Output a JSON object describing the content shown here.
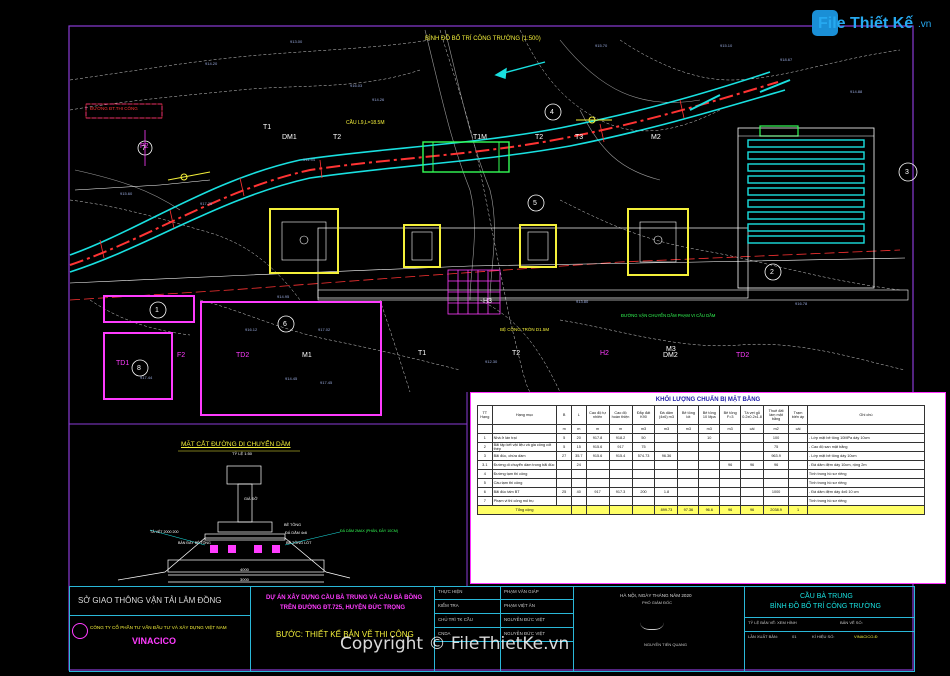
{
  "drawing": {
    "title": "BÌNH ĐỒ BỐ TRÍ CÔNG TRƯỜNG (1:500)",
    "road_label": "ĐƯỜNG ĐT.THI CÔNG",
    "bridge_label": "CẦU L9,L=18.5M",
    "bridge_label2": "ĐƯỜNG VẬN CHUYỂN DẦM PHẠM VI CẦU DẦM",
    "road_axis_label": "BỆ CỐNG TRÒN D1.5M",
    "section_title": "MẶT CẮT ĐƯỜNG DI CHUYỂN DẦM",
    "section_scale": "TỶ LỆ 1:50",
    "section_notes": [
      "GIÀ ĐỠ",
      "BÊ TÔNG",
      "ĐÁ DĂM 4x6",
      "BÊ TÔNG LÓT",
      "TẢ VỆT 2000 200",
      "ĐÁ DĂM 2MAX (PHÂN, ĐẦY 10CM)",
      "BẢN ĐÁY BÊ TÔNG"
    ],
    "section_dims": [
      "4000",
      "3000"
    ],
    "labels_main": [
      "DM1",
      "T2",
      "T1M",
      "T2",
      "M2",
      "T1",
      "T2",
      "TD2",
      "M1",
      "F2",
      "TD1",
      "T1",
      "M3",
      "DM2",
      "TD2",
      "P2",
      "H2",
      "H3",
      "T3"
    ],
    "circles": [
      "1",
      "2",
      "3",
      "4",
      "5",
      "6",
      "7",
      "8"
    ],
    "elevations": [
      "913.00",
      "914.20",
      "915.60",
      "916.03",
      "917.25",
      "914.95",
      "911.94",
      "917.44",
      "914.45",
      "912.30",
      "915.70",
      "916.78",
      "917.45",
      "917.02",
      "918.67",
      "914.26",
      "915.10",
      "913.80",
      "916.12",
      "914.88"
    ]
  },
  "table": {
    "title": "KHỐI LƯỢNG CHUẨN BỊ MẶT BẰNG",
    "headers": [
      "TT Hạng",
      "Hạng mục",
      "B",
      "L",
      "Cao độ tự nhiên",
      "Cao độ hoàn thiện",
      "Đắp đất K90",
      "Đá dăm (4x6) m3",
      "Bê tông lót",
      "Bê tông 10 Mpa",
      "Bê tông F=3",
      "Tà vẹt gỗ 0.2x0.2x1.8",
      "Thuê đất làm mặt bằng",
      "Trạm biến áp",
      "Ghi chú"
    ],
    "units": [
      "",
      "",
      "m",
      "m",
      "m",
      "m",
      "m3",
      "m3",
      "m3",
      "m3",
      "m3",
      "cái",
      "m2",
      "cái",
      ""
    ],
    "rows": [
      [
        "1",
        "Nhà ở lán trại",
        "5",
        "20",
        "917.8",
        "918.2",
        "50",
        "",
        "",
        "10",
        "",
        "",
        "100",
        "",
        "- Lớp mặt bê tông 10MPa dày 10cm"
      ],
      [
        "2",
        "Bãi tập kết vật liệu và gia công cốt thép",
        "5",
        "15",
        "915.6",
        "917",
        "75",
        "",
        "",
        "",
        "",
        "",
        "75",
        "",
        "- Cao độ san mặt bằng"
      ],
      [
        "3",
        "Bãi đúc, chứa dầm",
        "27",
        "35.7",
        "915.6",
        "915.4",
        "574.73",
        "96.36",
        "",
        "",
        "",
        "",
        "963.9",
        "",
        "- Lớp mặt bê tông dày 10cm"
      ],
      [
        "3.1",
        "Đường di chuyển dầm trong bãi đúc",
        "",
        "24",
        "",
        "",
        "",
        "",
        "",
        "",
        "96",
        "96",
        "96",
        "",
        "- Đá dăm đệm dày 10cm, rộng 2m"
      ],
      [
        "4",
        "Đường tạm thi công",
        "",
        "",
        "",
        "",
        "",
        "",
        "",
        "",
        "",
        "",
        "",
        "",
        "Tính trong hồ sơ riêng"
      ],
      [
        "5",
        "Cầu tạm thi công",
        "",
        "",
        "",
        "",
        "",
        "",
        "",
        "",
        "",
        "",
        "",
        "",
        "Tính trong hồ sơ riêng"
      ],
      [
        "6",
        "Bãi đúc tấm BT",
        "25",
        "40",
        "917",
        "917.3",
        "200",
        "1.8",
        "",
        "",
        "",
        "",
        "1000",
        "",
        "- Đá dăm đệm dày 4x6 10 cm"
      ],
      [
        "7",
        "Phạm vi thi công mố trụ",
        "",
        "",
        "",
        "",
        "",
        "",
        "",
        "",
        "",
        "",
        "",
        "",
        "Tính trong hồ sơ riêng"
      ]
    ],
    "total_label": "Tổng cộng",
    "totals": [
      "",
      "",
      "",
      "",
      "899.73",
      "97.36",
      "96.6",
      "96",
      "96",
      "2038.9",
      "1",
      ""
    ]
  },
  "titleblock": {
    "org": "SỞ GIAO THÔNG VẬN TẢI LÂM ĐỒNG",
    "company": "CÔNG TY CỔ PHẦN TƯ VẤN ĐẦU TƯ VÀ XÂY DỰNG VIỆT NAM",
    "company_short": "VINACICO",
    "project_line1": "DỰ ÁN XÂY DỰNG CẦU BÀ TRUNG VÀ CẦU BÀ BỒNG",
    "project_line2": "TRÊN ĐƯỜNG ĐT.725, HUYỆN ĐỨC TRỌNG",
    "step": "BƯỚC: THIẾT KẾ BẢN VẼ THI CÔNG",
    "roles": [
      "THỰC HIỆN",
      "KIỂM TRA",
      "CHỦ TRÌ TK CẦU",
      "CNDA"
    ],
    "names": [
      "PHẠM VĂN GIÁP",
      "PHẠM VIỆT ÂN",
      "NGUYỄN ĐỨC VIỆT",
      "NGUYỄN ĐỨC VIỆT"
    ],
    "date": "HÀ NỘI, NGÀY   THÁNG   NĂM 2020",
    "director_title": "PHÓ GIÁM ĐỐC",
    "director_name": "NGUYỄN TIẾN QUANG",
    "bridge_name": "CẦU BÀ TRUNG",
    "sheet_title": "BÌNH ĐỒ BỐ TRÍ CÔNG TRƯỜNG",
    "scale_label": "TỶ LỆ BẢN VẼ: XEM HÌNH",
    "sheet_no_label": "BẢN VẼ SỐ:",
    "version_label": "LẦN XUẤT BẢN:",
    "version_val": "01",
    "code_label": "KÍ HIỆU SỐ:",
    "code_val": "VINACICO-Đ"
  },
  "watermark": {
    "logo_text": "File Thiết Kế",
    "logo_suffix": ".vn",
    "copyright": "Copyright © FileThietKe.vn"
  },
  "colors": {
    "frame": "#8a3bd6",
    "cyan": "#19e0e0",
    "magenta": "#ff3cff",
    "yellow": "#f4f03a",
    "red": "#ff3333",
    "green": "#33ff55"
  }
}
